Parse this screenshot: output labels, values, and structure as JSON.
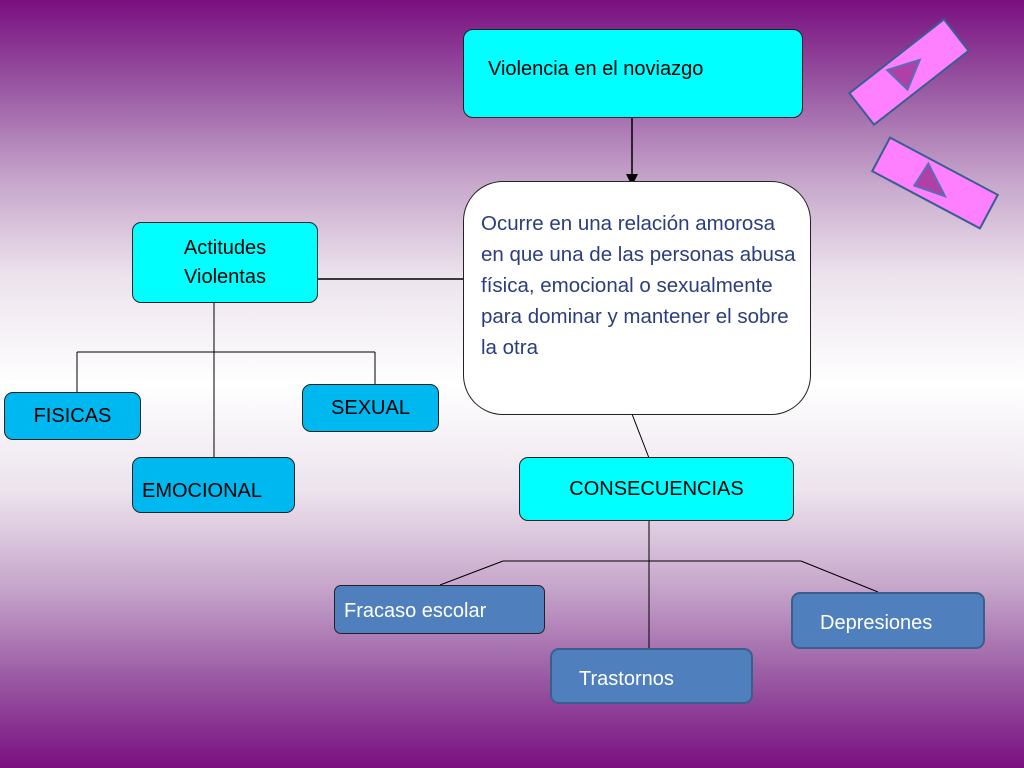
{
  "diagram": {
    "root": {
      "label": "Violencia en el noviazgo"
    },
    "definition": {
      "text": "Ocurre en una relación amorosa en que una de las personas abusa física, emocional o sexualmente para dominar y mantener el sobre la otra"
    },
    "attitudes": {
      "label_line1": "Actitudes",
      "label_line2": "Violentas",
      "types": [
        "FISICAS",
        "SEXUAL",
        "EMOCIONAL"
      ]
    },
    "consequences": {
      "label": "CONSECUENCIAS",
      "items": [
        "Fracaso escolar",
        "Trastornos",
        "Depresiones"
      ]
    }
  },
  "decorations": {
    "nav_buttons": [
      {
        "name": "nav-button-back",
        "icon": "triangle-arrow-icon"
      },
      {
        "name": "nav-button-forward",
        "icon": "triangle-arrow-icon"
      }
    ],
    "colors": {
      "root_fill": "#00ffff",
      "type_fill": "#00b8f0",
      "consequence_fill": "#4f80bd",
      "definition_text": "#2b3d7f",
      "nav_fill": "#ff80ff"
    }
  }
}
